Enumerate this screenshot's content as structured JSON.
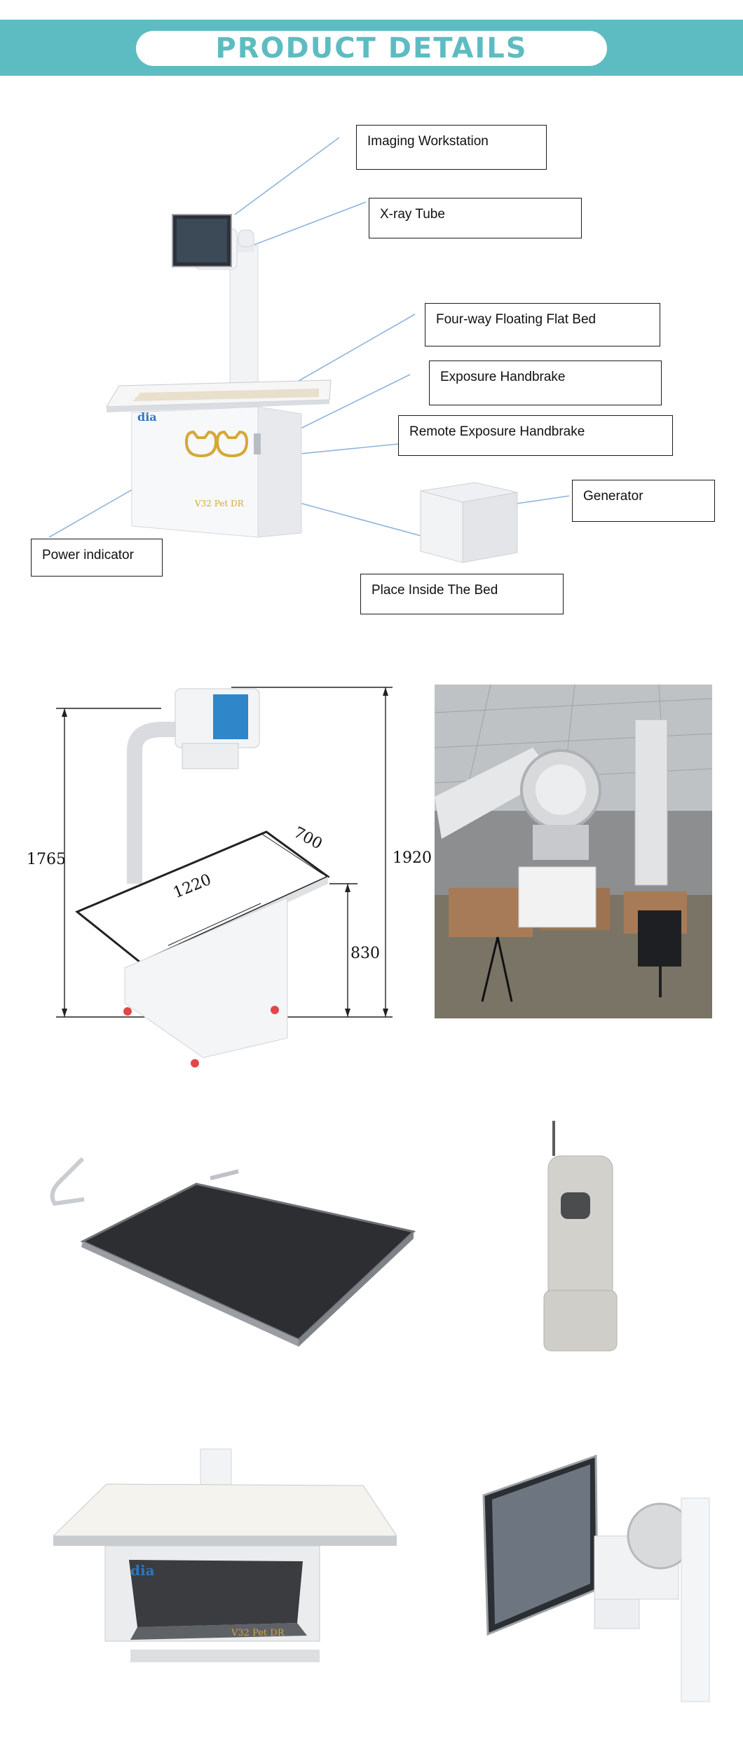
{
  "header": {
    "title": "PRODUCT DETAILS"
  },
  "callouts": {
    "imaging_workstation": "Imaging Workstation",
    "xray_tube": "X-ray Tube",
    "flat_bed": "Four-way Floating Flat Bed",
    "exposure_handbrake": "Exposure Handbrake",
    "remote_exposure_handbrake": "Remote Exposure Handbrake",
    "generator": "Generator",
    "power_indicator": "Power indicator",
    "place_inside_bed": "Place Inside The Bed"
  },
  "machine": {
    "brand": "dia",
    "model_label": "V32 Pet DR"
  },
  "dimensions": {
    "height_total": "1920",
    "height_arm": "1765",
    "table_length": "1220",
    "table_width": "700",
    "table_height": "830"
  },
  "colors": {
    "header_band": "#5dbcc1",
    "leader_line": "#8fb4dc",
    "accent_gold": "#d6a837"
  }
}
